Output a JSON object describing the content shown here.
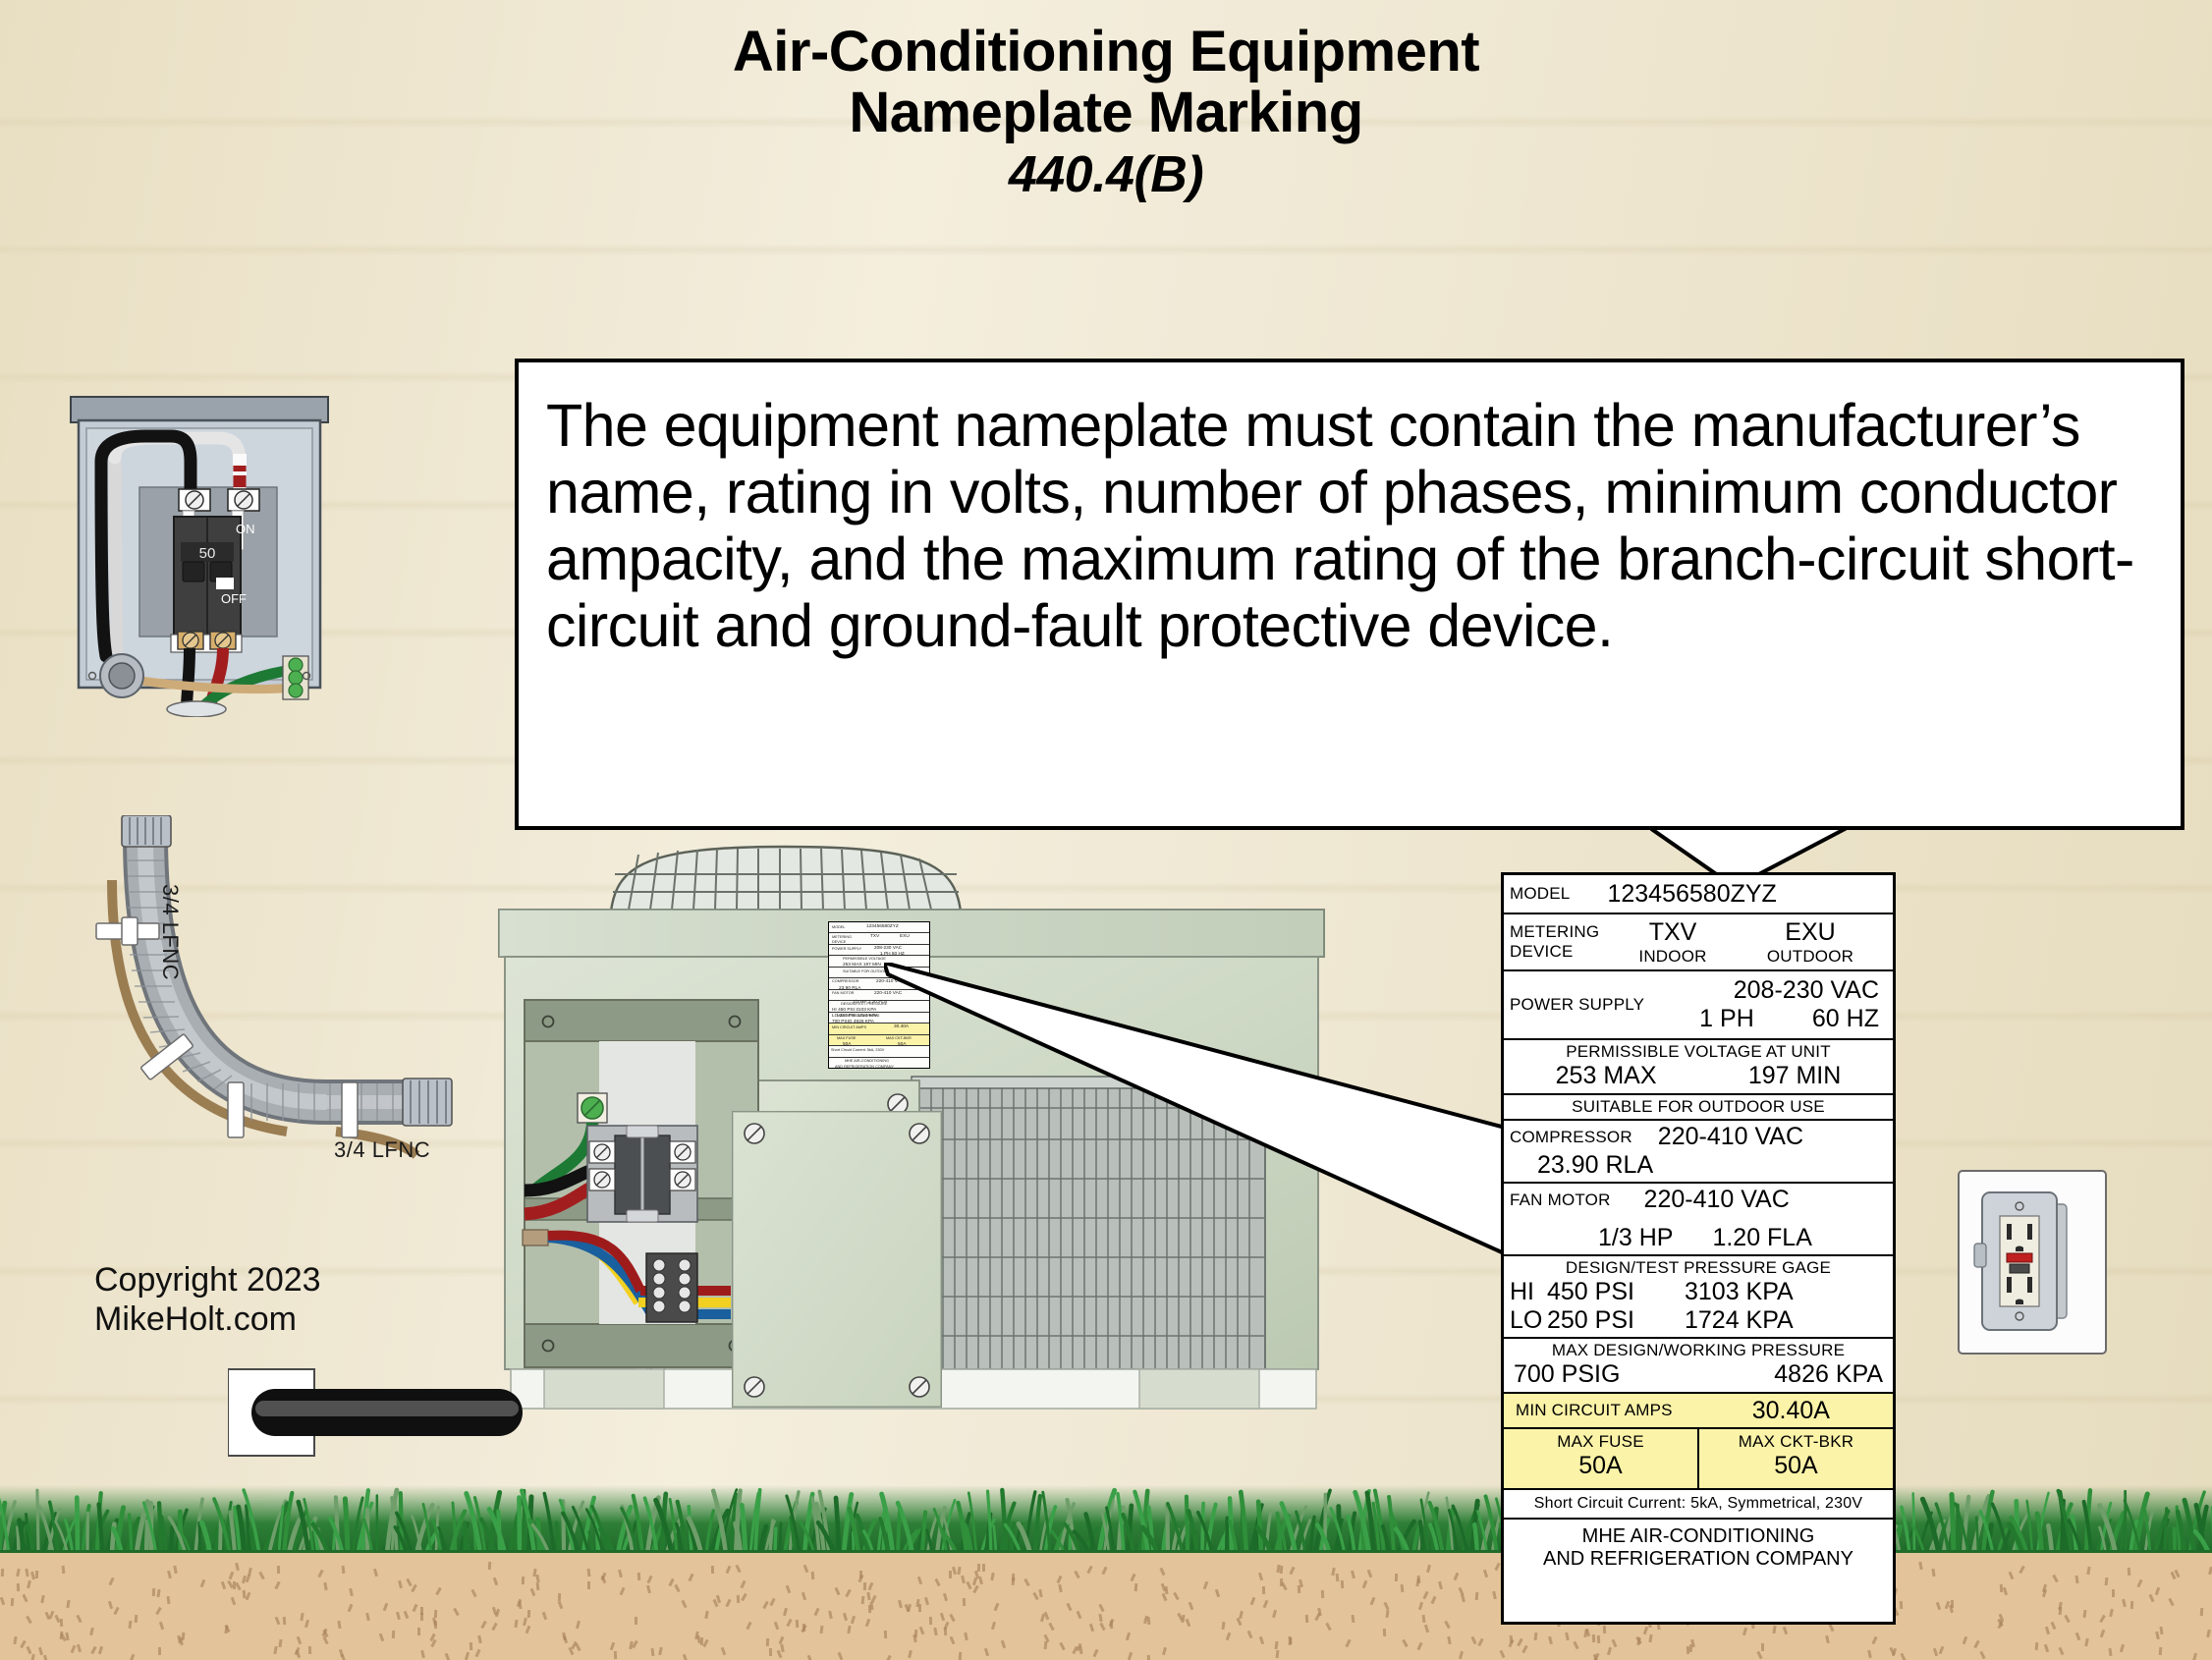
{
  "title": {
    "line1": "Air-Conditioning Equipment",
    "line2": "Nameplate Marking",
    "line3": "440.4(B)"
  },
  "callout": {
    "text": "The equipment nameplate must contain the manufacturer’s name, rating in volts, number of phases, minimum conductor ampacity, and the maximum rating of the branch-circuit short-circuit and ground-fault protective device."
  },
  "copyright": {
    "line1": "Copyright 2023",
    "line2": "MikeHolt.com"
  },
  "disconnect": {
    "breaker_rating": "50",
    "on_label": "ON",
    "off_label": "OFF"
  },
  "conduit": {
    "vertical_label": "3/4 LFNC",
    "horizontal_label": "3/4 LFNC"
  },
  "nameplate": {
    "rows": [
      {
        "id": "model",
        "label": "MODEL",
        "value": "123456580ZYZ"
      },
      {
        "id": "metering",
        "label": "METERING",
        "label2": "DEVICE",
        "value1": "TXV",
        "sub1": "INDOOR",
        "value2": "EXU",
        "sub2": "OUTDOOR"
      },
      {
        "id": "power",
        "label": "POWER SUPPLY",
        "value1": "208-230 VAC",
        "value2a": "1 PH",
        "value2b": "60 HZ"
      },
      {
        "id": "permissible",
        "header": "PERMISSIBLE VOLTAGE AT UNIT",
        "value1": "253 MAX",
        "value2": "197 MIN"
      },
      {
        "id": "outdoor",
        "header": "SUITABLE FOR OUTDOOR USE"
      },
      {
        "id": "compressor",
        "label": "COMPRESSOR",
        "value1": "220-410 VAC",
        "value2": "23.90 RLA"
      },
      {
        "id": "fanmotor",
        "label": "FAN MOTOR",
        "value1": "220-410 VAC",
        "value2a": "1/3 HP",
        "value2b": "1.20 FLA"
      },
      {
        "id": "pressure",
        "header": "DESIGN/TEST PRESSURE GAGE",
        "hi_label": "HI",
        "hi_psi": "450 PSI",
        "hi_kpa": "3103 KPA",
        "lo_label": "LO",
        "lo_psi": "250 PSI",
        "lo_kpa": "1724 KPA"
      },
      {
        "id": "maxdesign",
        "header": "MAX DESIGN/WORKING PRESSURE",
        "value1": "700 PSIG",
        "value2": "4826 KPA"
      },
      {
        "id": "minamps",
        "label": "MIN CIRCUIT AMPS",
        "value": "30.40A",
        "highlight": true
      },
      {
        "id": "fusebkr",
        "label1": "MAX FUSE",
        "value1": "50A",
        "label2": "MAX CKT-BKR",
        "value2": "50A",
        "highlight": true
      },
      {
        "id": "scc",
        "header": "Short Circuit Current: 5kA, Symmetrical, 230V"
      },
      {
        "id": "maker",
        "line1": "MHE AIR-CONDITIONING",
        "line2": "AND REFRIGERATION COMPANY"
      }
    ]
  },
  "colors": {
    "siding": "#f0e9d6",
    "siding_line": "#b3ab96",
    "grass": "#2f7f37",
    "soil": "#e3c49a",
    "unit_body": "#cfd9c5",
    "unit_panel": "#a8b49f",
    "enclosure": "#c3cbd4",
    "highlight_yellow": "#fbf3a8",
    "wire_black": "#111111",
    "wire_red": "#9e1b1b",
    "wire_white": "#f2f2f2",
    "wire_green": "#1d7a35",
    "wire_yellow": "#f2d021",
    "wire_blue": "#1a5f9e",
    "conduit": "#9ba0a6"
  }
}
